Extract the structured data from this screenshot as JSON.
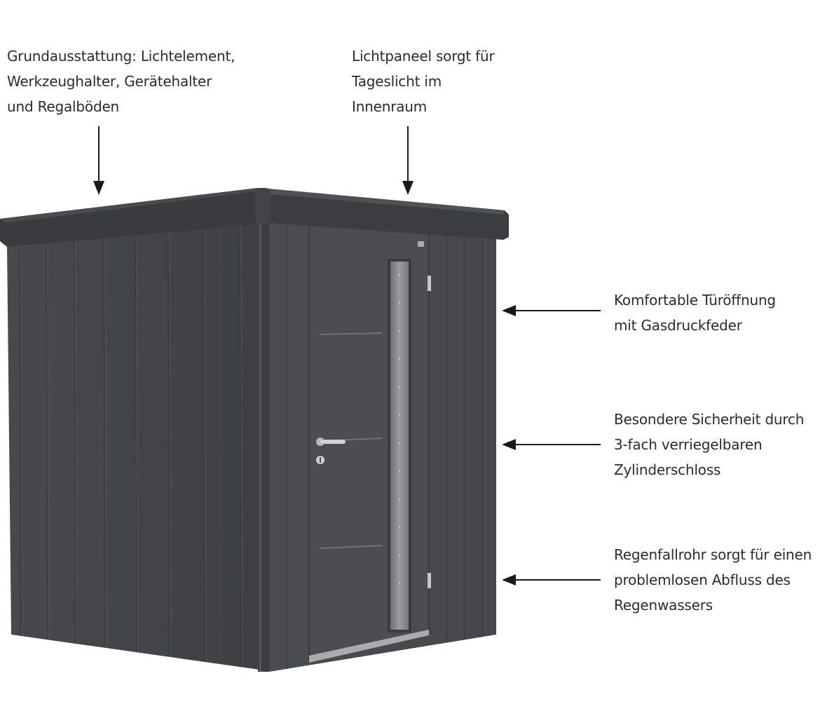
{
  "annotations": {
    "equipment": {
      "lines": [
        "Grundausstattung: Lichtelement,",
        "Werkzeughalter, Gerätehalter",
        "und Regalböden"
      ]
    },
    "light_panel": {
      "lines": [
        "Lichtpaneel sorgt für",
        "Tageslicht im",
        "Innenraum"
      ]
    },
    "door_opening": {
      "lines": [
        "Komfortable Türöffnung",
        "mit Gasdruckfeder"
      ]
    },
    "security": {
      "lines": [
        "Besondere Sicherheit durch",
        "3-fach verriegelbaren",
        "Zylinderschloss"
      ]
    },
    "downpipe": {
      "lines": [
        "Regenfallrohr sorgt für einen",
        "problemlosen Abfluss des",
        "Regenwassers"
      ]
    }
  },
  "colors": {
    "shed_body": "#4a4b4e",
    "shed_side": "#45464a",
    "shed_roof": "#3e3f42",
    "window": "#8b8d90",
    "handle": "#c9cbce",
    "text": "#2b2b2b",
    "arrow": "#1a1a1a"
  }
}
